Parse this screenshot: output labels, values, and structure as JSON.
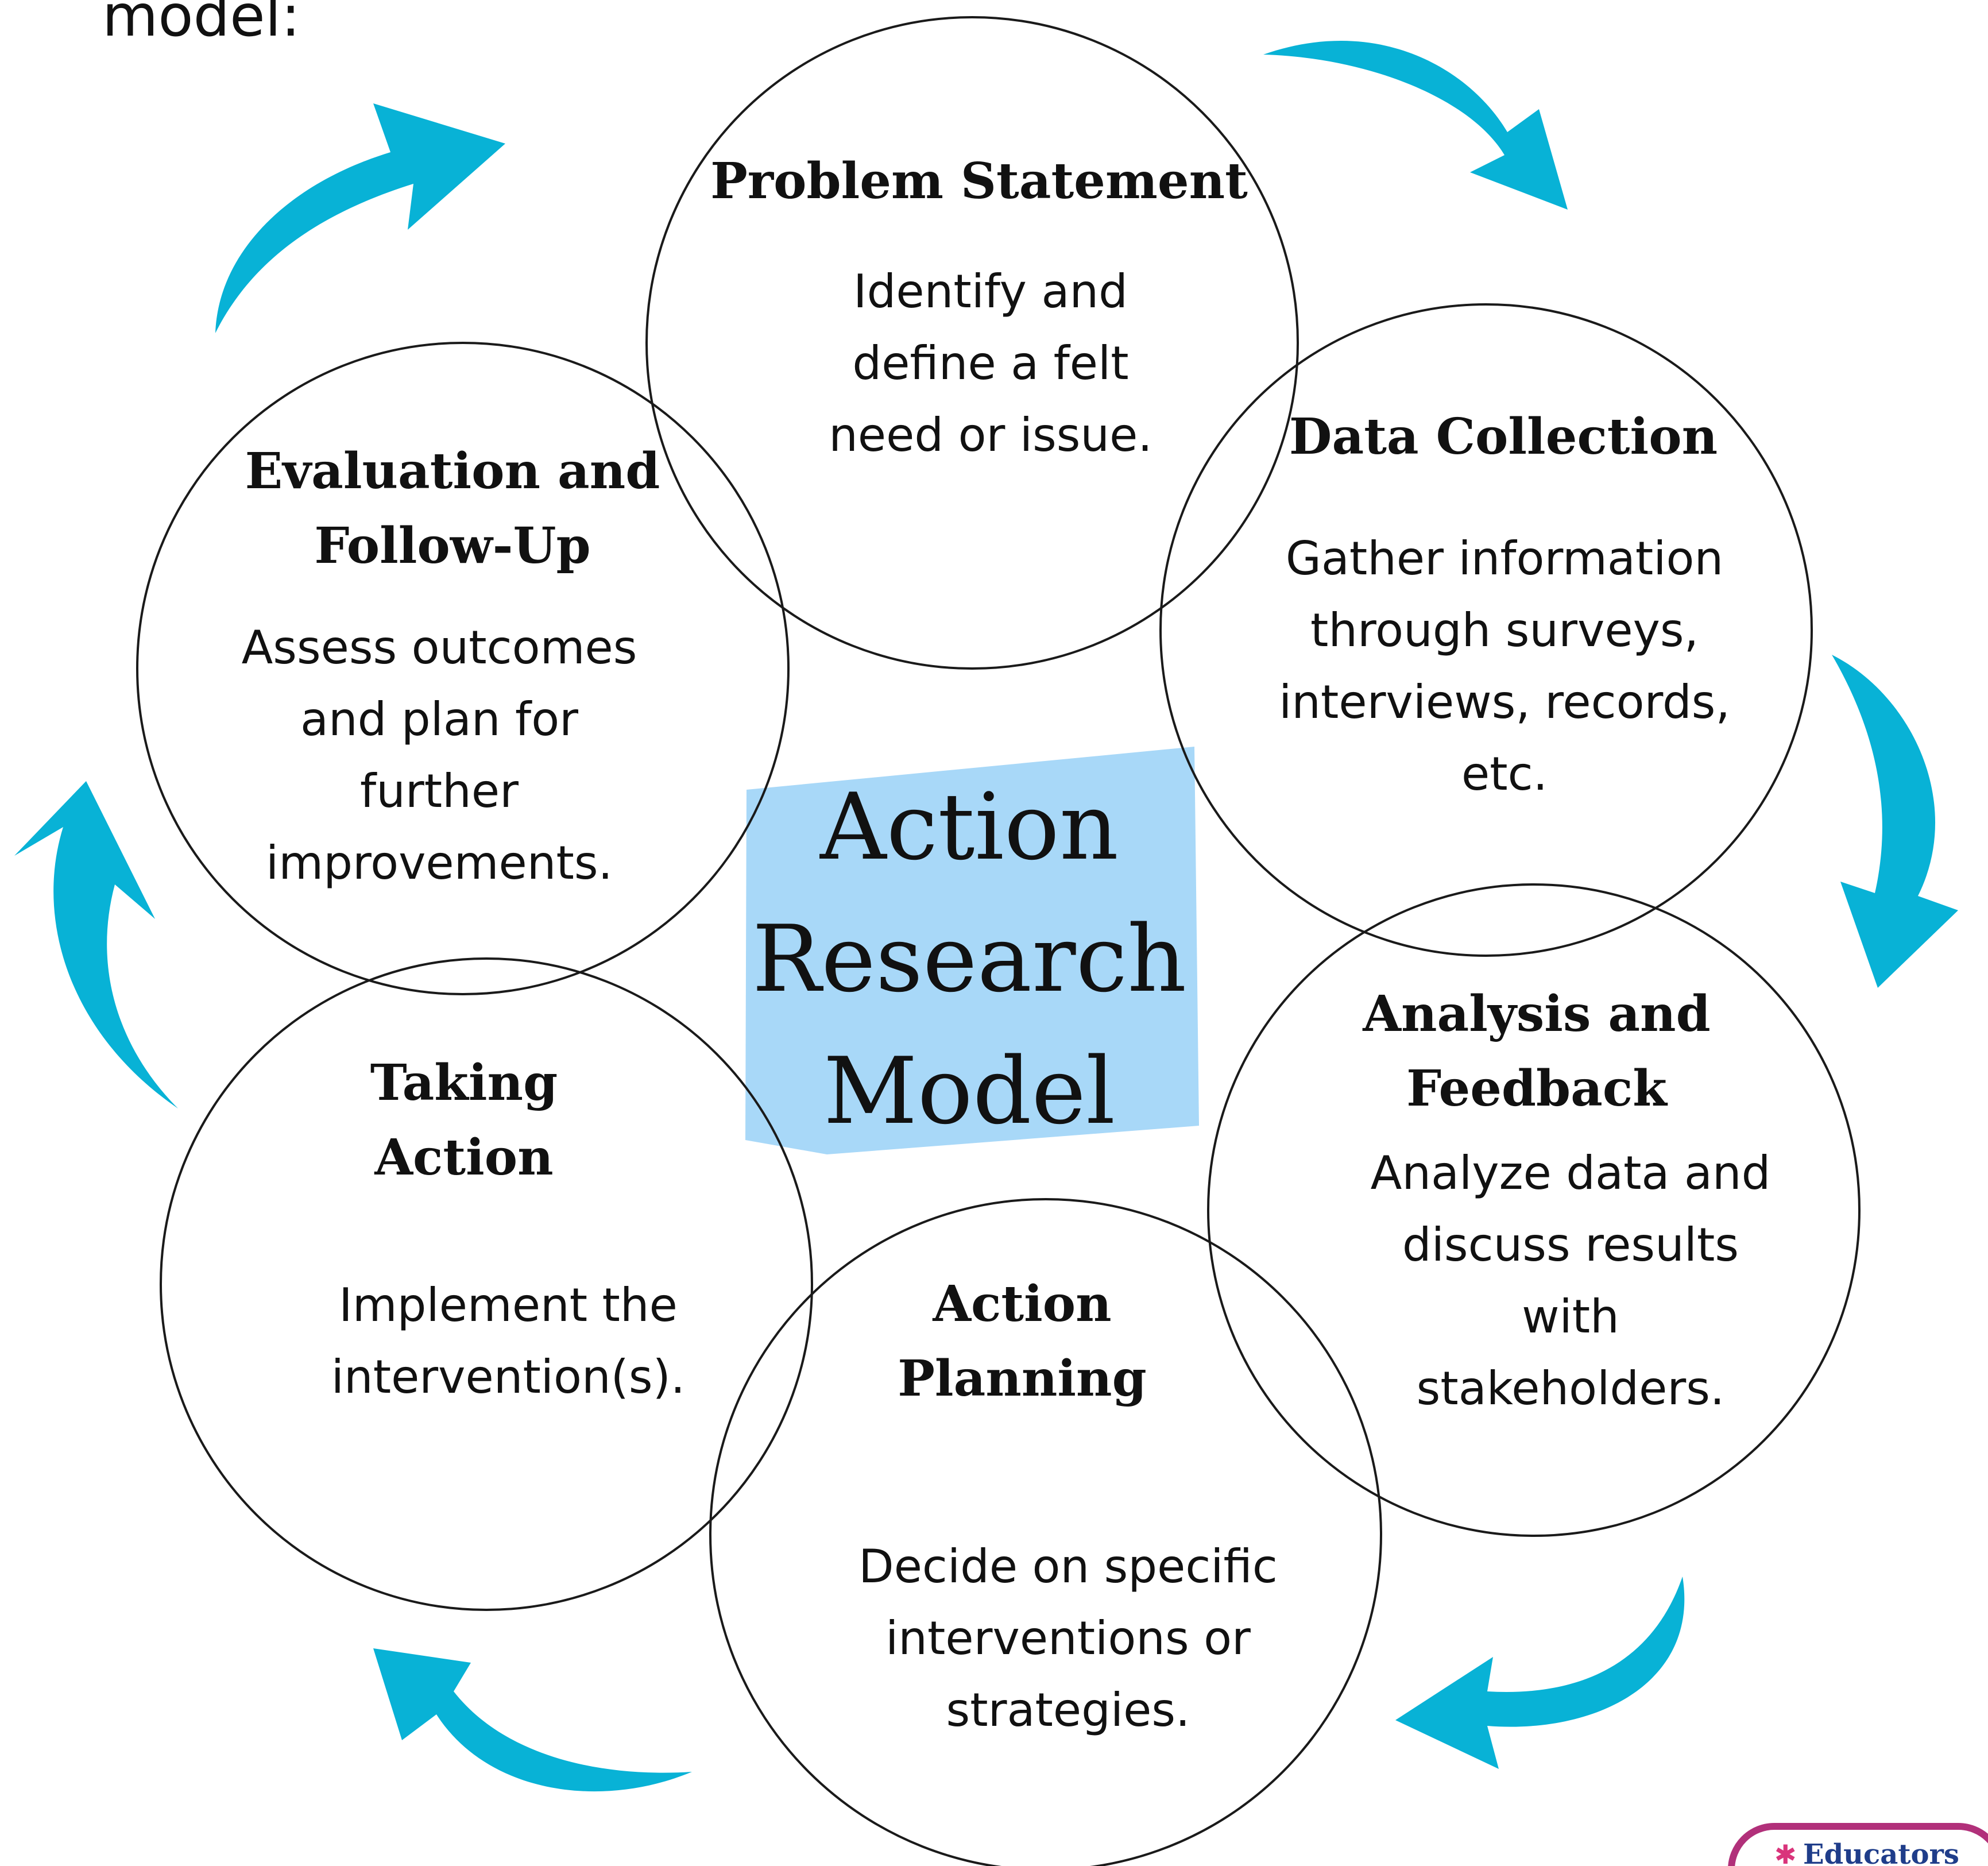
{
  "header": {
    "partial_title": "model:"
  },
  "center": {
    "line1": "Action",
    "line2": "Research",
    "line3": "Model",
    "highlight_color": "#a8d8f8"
  },
  "arrow_color": "#08b2d6",
  "stages": {
    "problem_statement": {
      "title": [
        "Problem Statement"
      ],
      "body": [
        "Identify and",
        "define a felt",
        "need or issue."
      ]
    },
    "data_collection": {
      "title": [
        "Data Collection"
      ],
      "body": [
        "Gather information",
        "through surveys,",
        "interviews, records,",
        "etc."
      ]
    },
    "analysis_feedback": {
      "title": [
        "Analysis and",
        "Feedback"
      ],
      "body": [
        "Analyze data and",
        "discuss results",
        "with",
        "stakeholders."
      ]
    },
    "action_planning": {
      "title": [
        "Action",
        "Planning"
      ],
      "body": [
        "Decide on specific",
        "interventions or",
        "strategies."
      ]
    },
    "taking_action": {
      "title": [
        "Taking",
        "Action"
      ],
      "body": [
        "Implement the",
        "intervention(s)."
      ]
    },
    "evaluation_followup": {
      "title": [
        "Evaluation and",
        "Follow-Up"
      ],
      "body": [
        "Assess outcomes",
        "and plan for",
        "further",
        "improvements."
      ]
    }
  },
  "logo": {
    "text": "Educators"
  }
}
